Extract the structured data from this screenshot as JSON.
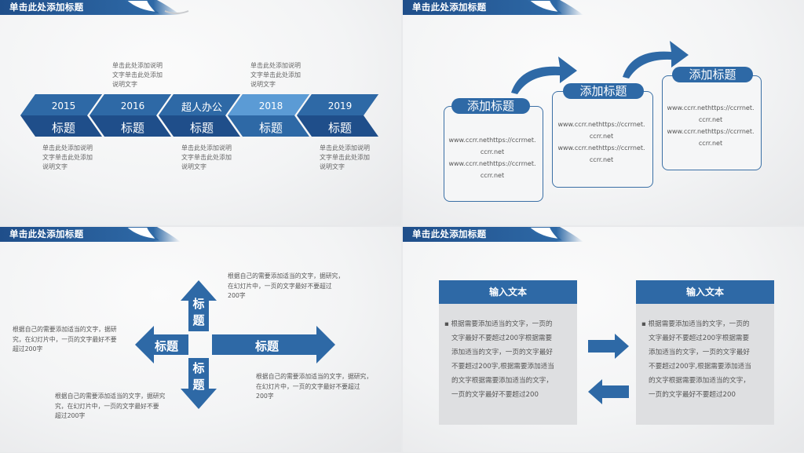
{
  "header_title": "单击此处添加标题",
  "colors": {
    "primary": "#2e69a6",
    "dark": "#1f4e8a",
    "light": "#5b9bd5",
    "text": "#555555"
  },
  "slide1": {
    "arrows": [
      {
        "year": "2015",
        "title": "标题"
      },
      {
        "year": "2016",
        "title": "标题"
      },
      {
        "year": "超人办公",
        "title": "标题"
      },
      {
        "year": "2018",
        "title": "标题"
      },
      {
        "year": "2019",
        "title": "标题"
      }
    ],
    "captions_top": [
      [
        "单击此处添加说明",
        "文字单击此处添加",
        "说明文字"
      ],
      [
        "单击此处添加说明",
        "文字单击此处添加",
        "说明文字"
      ]
    ],
    "captions_bottom": [
      [
        "单击此处添加说明",
        "文字单击此处添加",
        "说明文字"
      ],
      [
        "单击此处添加说明",
        "文字单击此处添加",
        "说明文字"
      ],
      [
        "单击此处添加说明",
        "文字单击此处添加",
        "说明文字"
      ]
    ]
  },
  "slide2": {
    "cards": [
      {
        "title": "添加标题",
        "lines": [
          "www.ccrr.nethttps://ccrrnet.",
          "ccrr.net",
          "www.ccrr.nethttps://ccrrnet.",
          "ccrr.net"
        ]
      },
      {
        "title": "添加标题",
        "lines": [
          "www.ccrr.nethttps://ccrrnet.",
          "ccrr.net",
          "www.ccrr.nethttps://ccrrnet.",
          "ccrr.net"
        ]
      },
      {
        "title": "添加标题",
        "lines": [
          "www.ccrr.nethttps://ccrrnet.",
          "ccrr.net",
          "www.ccrr.nethttps://ccrrnet.",
          "ccrr.net"
        ]
      }
    ]
  },
  "slide3": {
    "up": "标题",
    "down": "标题",
    "left": "标题",
    "right": "标题",
    "paras": {
      "top_right": [
        "根据自己的需要添加适当的文字，据研究，",
        "在幻灯片中，一页的文字最好不要超过",
        "200字"
      ],
      "left": [
        "根据自己的需要添加适当的文字，据研",
        "究，在幻灯片中，一页的文字最好不要",
        "超过200字"
      ],
      "bottom_right": [
        "根据自己的需要添加适当的文字，据研究，",
        "在幻灯片中，一页的文字最好不要超过",
        "200字"
      ],
      "bottom_left": [
        "根据自己的需要添加适当的文字，据研究",
        "究，在幻灯片中，一页的文字最好不要",
        "超过200字"
      ]
    }
  },
  "slide4": {
    "boxes": [
      {
        "title": "输入文本",
        "lines": [
          "▪ 根据需要添加适当的文字，一页的",
          "文字最好不要超过200字根据需要",
          "添加适当的文字，一页的文字最好",
          "不要超过200字,根据需要添加适当",
          "的文字根据需要添加适当的文字，",
          "一页的文字最好不要超过200"
        ]
      },
      {
        "title": "输入文本",
        "lines": [
          "▪ 根据需要添加适当的文字，一页的",
          "文字最好不要超过200字根据需要",
          "添加适当的文字，一页的文字最好",
          "不要超过200字,根据需要添加适当",
          "的文字根据需要添加适当的文字，",
          "一页的文字最好不要超过200"
        ]
      }
    ]
  }
}
